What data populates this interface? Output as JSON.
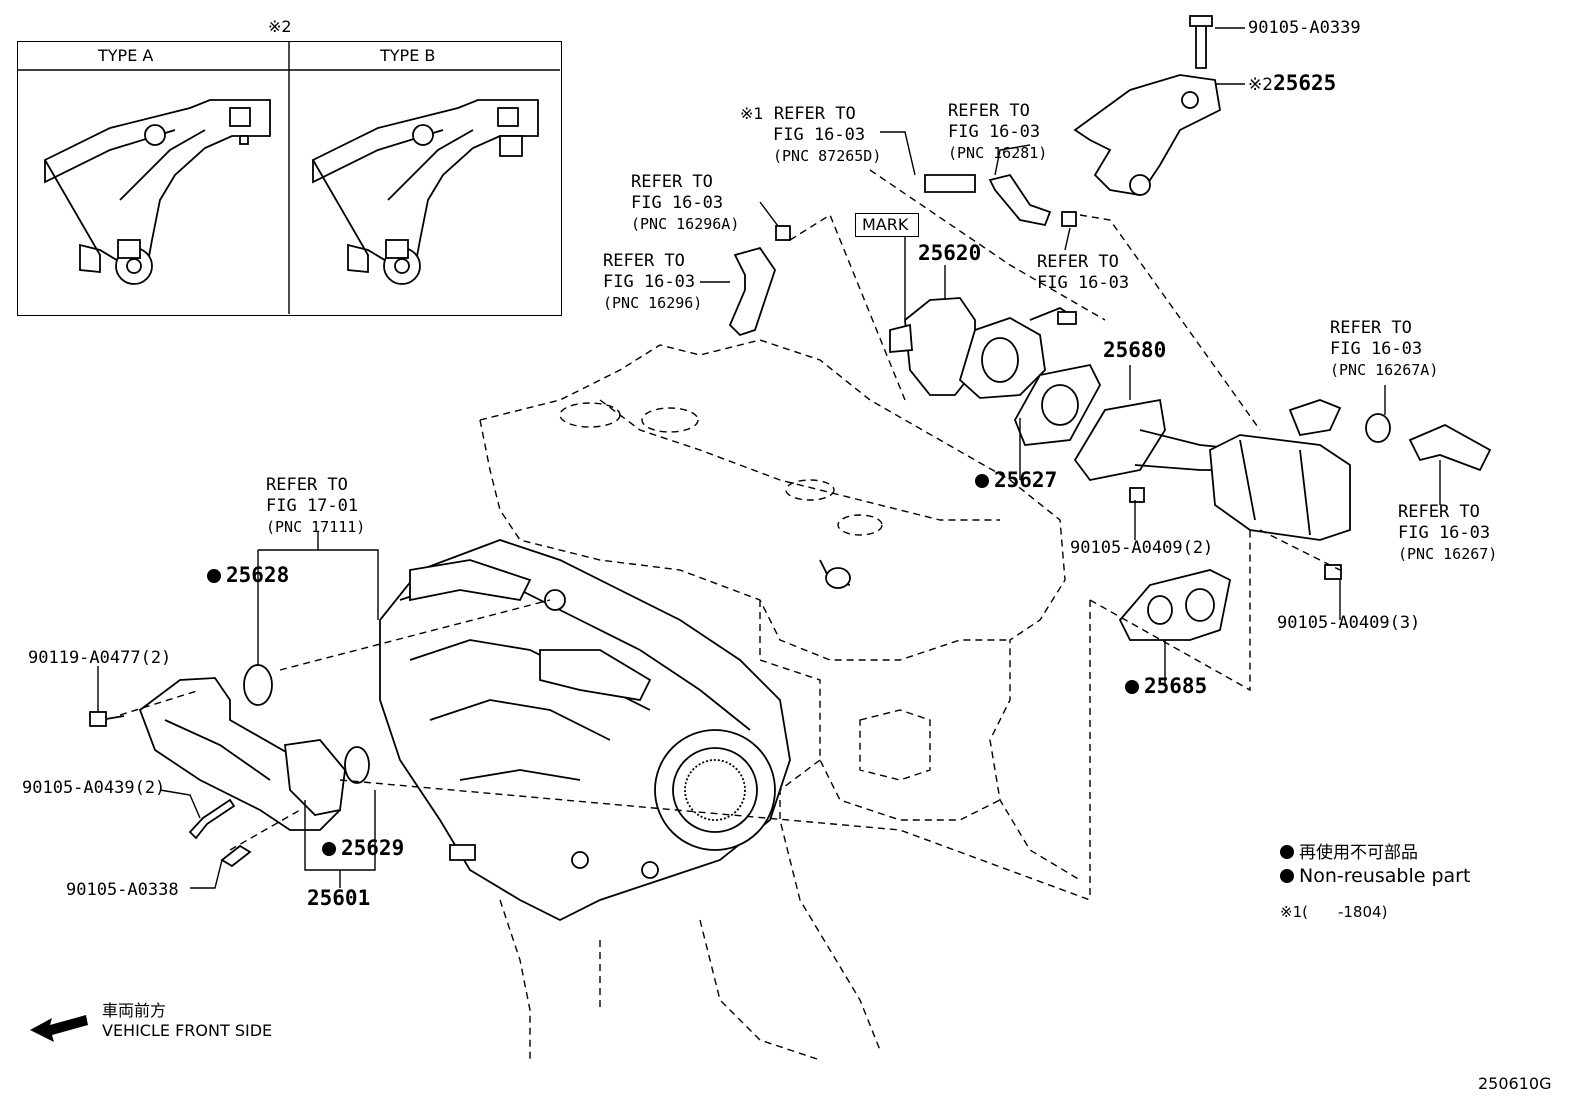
{
  "type_panel": {
    "marker": "※2",
    "type_a": "TYPE A",
    "type_b": "TYPE B"
  },
  "parts": {
    "p90105_A0339": "90105-A0339",
    "p25625": "25625",
    "p25625_marker": "※2",
    "p25620": "25620",
    "mark_label": "MARK",
    "p25680": "25680",
    "p25627": "25627",
    "p90105_A0409_2": "90105-A0409(2)",
    "p90105_A0409_3": "90105-A0409(3)",
    "p25685": "25685",
    "p25628": "25628",
    "p90119_A0477": "90119-A0477(2)",
    "p90105_A0439": "90105-A0439(2)",
    "p90105_A0338": "90105-A0338",
    "p25629": "25629",
    "p25601": "25601"
  },
  "refs": {
    "r1_marker": "※1",
    "r1_l1": "REFER TO",
    "r1_l2": "FIG 16-03",
    "r1_l3": "(PNC 87265D)",
    "r2_l1": "REFER TO",
    "r2_l2": "FIG 16-03",
    "r2_l3": "(PNC 16281)",
    "r3_l1": "REFER TO",
    "r3_l2": "FIG 16-03",
    "r3_l3": "(PNC 16296A)",
    "r4_l1": "REFER TO",
    "r4_l2": "FIG 16-03",
    "r4_l3": "(PNC 16296)",
    "r5_l1": "REFER TO",
    "r5_l2": "FIG 16-03",
    "r6_l1": "REFER TO",
    "r6_l2": "FIG 16-03",
    "r6_l3": "(PNC 16267A)",
    "r7_l1": "REFER TO",
    "r7_l2": "FIG 16-03",
    "r7_l3": "(PNC 16267)",
    "r8_l1": "REFER TO",
    "r8_l2": "FIG 17-01",
    "r8_l3": "(PNC 17111)"
  },
  "legend": {
    "jp": "再使用不可部品",
    "en": "Non-reusable part",
    "note_marker": "※1",
    "note_value": "(　　-1804)"
  },
  "direction": {
    "jp": "車両前方",
    "en": "VEHICLE FRONT SIDE"
  },
  "figure_code": "250610G"
}
